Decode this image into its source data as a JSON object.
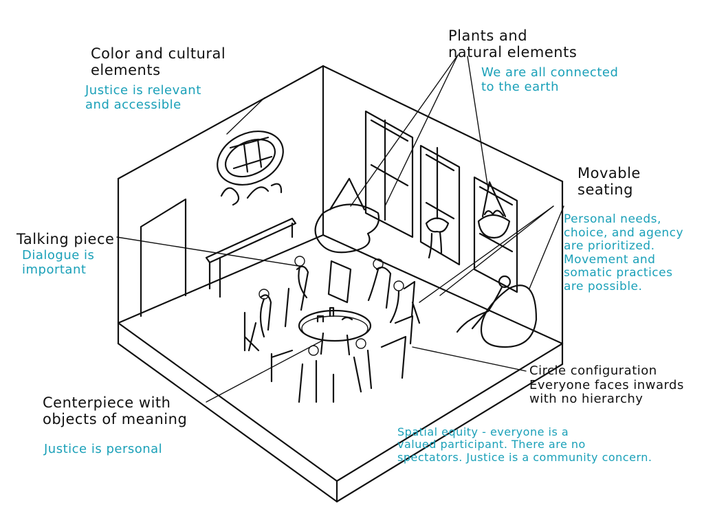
{
  "labels": {
    "color_cultural": {
      "title": [
        "Color and cultural",
        "elements"
      ],
      "note": [
        "Justice is relevant",
        "and accessible"
      ]
    },
    "plants": {
      "title": [
        "Plants and",
        "natural elements"
      ],
      "note": [
        "We are all connected",
        "to the earth"
      ]
    },
    "talking_piece": {
      "title": [
        "Talking piece"
      ],
      "note": [
        "Dialogue is",
        "important"
      ]
    },
    "movable_seating": {
      "title": [
        "Movable",
        "seating"
      ],
      "note": [
        "Personal needs,",
        "choice, and agency",
        "are prioritized.",
        "Movement and",
        "somatic practices",
        "are possible."
      ]
    },
    "circle": {
      "title": [
        "Circle configuration",
        "Everyone faces inwards",
        "with no hierarchy"
      ],
      "note": [
        "Spatial equity - everyone is a",
        "valued participant. There are no",
        "spectators. Justice is a community concern."
      ]
    },
    "centerpiece": {
      "title": [
        "Centerpiece with",
        "objects of meaning"
      ],
      "note": [
        "Justice is personal"
      ]
    }
  },
  "colors": {
    "ink": "#111111",
    "accent": "#1aa0b8"
  }
}
